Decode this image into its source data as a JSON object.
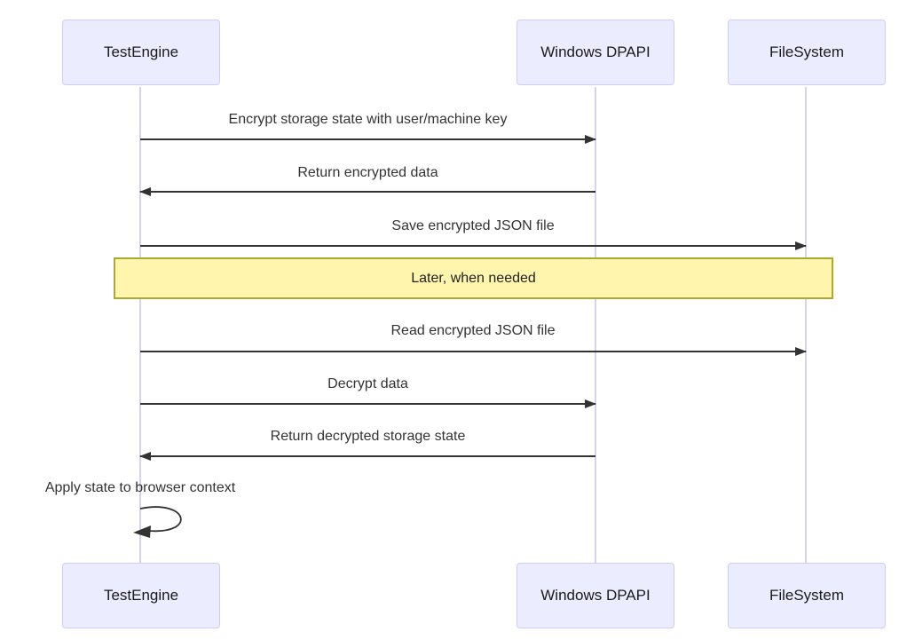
{
  "diagram": {
    "type": "sequence-diagram",
    "colors": {
      "actor_fill": "#ECECFF",
      "actor_border": "#CCCCFF",
      "lifeline": "#D8D2EC",
      "message_line": "#333333",
      "note_fill": "#FFF5AD",
      "note_border": "#AAAA33"
    },
    "actors": [
      {
        "name": "TestEngine"
      },
      {
        "name": "Windows DPAPI"
      },
      {
        "name": "FileSystem"
      }
    ],
    "messages": [
      {
        "from": "TestEngine",
        "to": "Windows DPAPI",
        "direction": "right",
        "label": "Encrypt storage state with user/machine key"
      },
      {
        "from": "Windows DPAPI",
        "to": "TestEngine",
        "direction": "left",
        "label": "Return encrypted data"
      },
      {
        "from": "TestEngine",
        "to": "FileSystem",
        "direction": "right",
        "label": "Save encrypted JSON file"
      },
      {
        "from": "TestEngine",
        "to": "FileSystem",
        "direction": "right",
        "label": "Read encrypted JSON file"
      },
      {
        "from": "TestEngine",
        "to": "Windows DPAPI",
        "direction": "right",
        "label": "Decrypt data"
      },
      {
        "from": "Windows DPAPI",
        "to": "TestEngine",
        "direction": "left",
        "label": "Return decrypted storage state"
      },
      {
        "from": "TestEngine",
        "to": "TestEngine",
        "direction": "self",
        "label": "Apply state to browser context"
      }
    ],
    "note": {
      "label": "Later, when needed"
    }
  }
}
